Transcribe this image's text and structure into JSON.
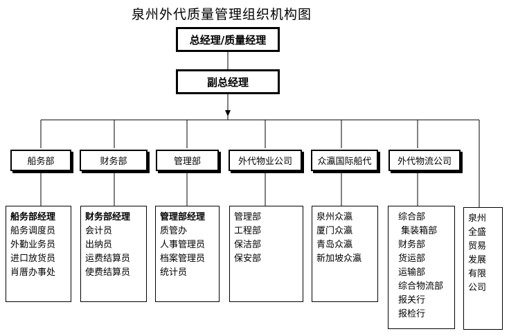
{
  "title": "泉州外代质量管理组织机构图",
  "general_manager": "总经理/质量经理",
  "deputy_manager": "副总经理",
  "departments": [
    {
      "name": "船务部",
      "items": [
        "船务部经理",
        "船务调度员",
        "外勤业务员",
        "进口放货员",
        "肖厝办事处"
      ],
      "bold_first": true
    },
    {
      "name": "财务部",
      "items": [
        "财务部经理",
        "会计员",
        "出纳员",
        "运费结算员",
        "使费结算员"
      ],
      "bold_first": true
    },
    {
      "name": "管理部",
      "items": [
        "管理部经理",
        "质管办",
        "人事管理员",
        "档案管理员",
        "统计员"
      ],
      "bold_first": true
    },
    {
      "name": "外代物业公司",
      "items": [
        "管理部",
        "工程部",
        "保洁部",
        "保安部"
      ],
      "bold_first": false
    },
    {
      "name": "众瀛国际船代",
      "items": [
        "泉州众瀛",
        "厦门众瀛",
        "青岛众瀛",
        "新加坡众瀛"
      ],
      "bold_first": false
    },
    {
      "name": "外代物流公司",
      "items": [
        "综合部",
        " 集装箱部",
        "财务部",
        "货运部",
        "运输部",
        "综合物流部",
        "报关行",
        "报检行"
      ],
      "bold_first": false
    }
  ],
  "extra_unit": [
    "泉州",
    "全盛",
    "贸易",
    "发展",
    "有限",
    "公司"
  ]
}
